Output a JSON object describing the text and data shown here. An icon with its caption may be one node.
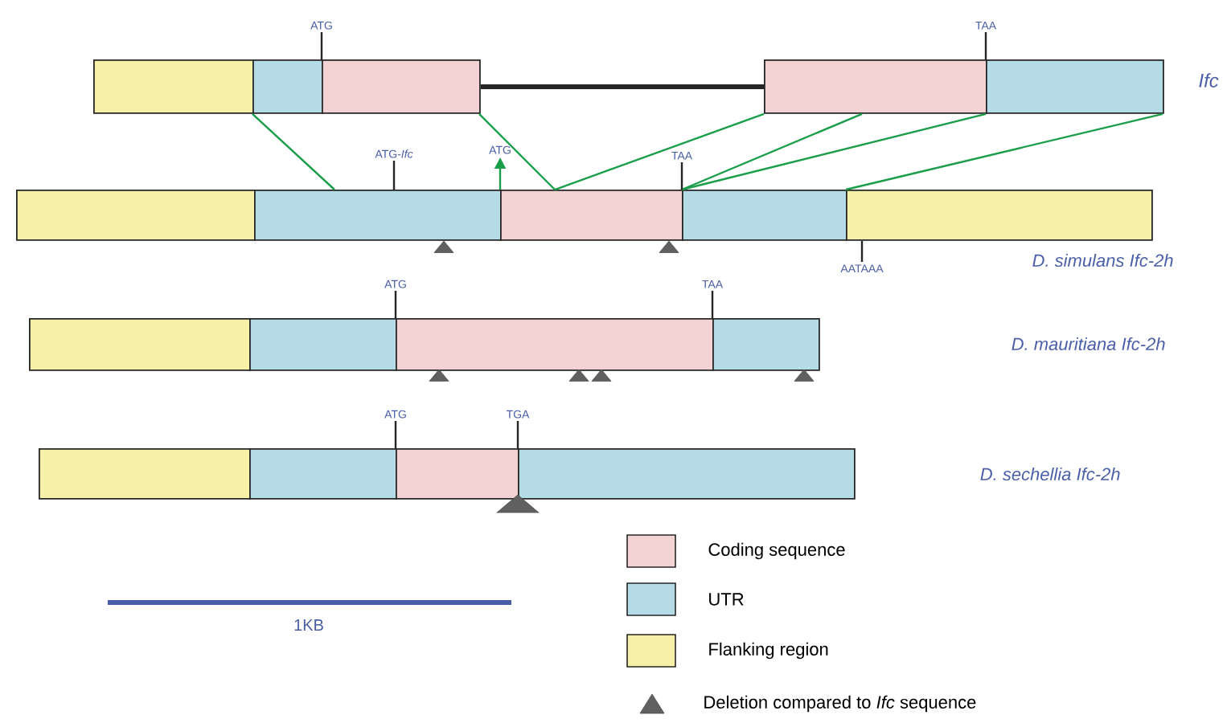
{
  "diagram": {
    "nodes": [
      {
        "text": [],
        "shape": "box"
      },
      {
        "text": [],
        "shape": "box"
      },
      {
        "text": [],
        "shape": "box"
      },
      {
        "text": [],
        "shape": "box"
      },
      {
        "text": [],
        "shape": "box"
      },
      {
        "text": [],
        "shape": "box"
      },
      {
        "text": [],
        "shape": "box"
      },
      {
        "text": [],
        "shape": "box"
      },
      {
        "text": [],
        "shape": "box"
      },
      {
        "text": [],
        "shape": "box"
      },
      {
        "text": [],
        "shape": "box"
      },
      {
        "text": [],
        "shape": "box"
      },
      {
        "text": [],
        "shape": "box"
      },
      {
        "text": [],
        "shape": "box"
      },
      {
        "text": [],
        "shape": "box"
      },
      {
        "text": [],
        "shape": "box"
      },
      {
        "text": [],
        "shape": "box"
      },
      {
        "text": [],
        "shape": "box"
      },
      {
        "text": [
          "ATG"
        ]
      },
      {
        "text": [
          "TAA"
        ]
      },
      {
        "text": [
          "ATG-*Ifc*"
        ]
      },
      {
        "text": [
          "TAA"
        ]
      },
      {
        "text": [
          "AATAAA"
        ]
      },
      {
        "text": [
          "ATG"
        ]
      },
      {
        "text": [
          "TAA"
        ]
      },
      {
        "text": [
          "ATG"
        ]
      },
      {
        "text": [
          "TGA"
        ]
      }
    ],
    "edges": [
      {
        "from": 2,
        "to": 3,
        "arrow": "none",
        "style": "thick"
      },
      {
        "from": 1,
        "to": 6,
        "arrow": "none",
        "color": "#1a9e4a"
      },
      {
        "from": 2,
        "to": 7,
        "arrow": "none",
        "color": "#1a9e4a"
      },
      {
        "from": 3,
        "to": 7,
        "arrow": "none",
        "color": "#1a9e4a"
      },
      {
        "from": 3,
        "to": 8,
        "arrow": "none",
        "color": "#1a9e4a"
      },
      {
        "from": 4,
        "to": 8,
        "arrow": "none",
        "color": "#1a9e4a"
      },
      {
        "from": 4,
        "to": 9,
        "arrow": "none",
        "color": "#1a9e4a"
      },
      {
        "from": 7,
        "to": null,
        "arrow": "to",
        "label": "ATG",
        "color": "#1a9e4a"
      },
      {
        "from": 18,
        "to": 1,
        "arrow": "none"
      },
      {
        "from": 19,
        "to": 4,
        "arrow": "none"
      },
      {
        "from": 20,
        "to": 6,
        "arrow": "none"
      },
      {
        "from": 21,
        "to": 8,
        "arrow": "none"
      },
      {
        "from": 22,
        "to": 9,
        "arrow": "none"
      },
      {
        "from": 23,
        "to": 11,
        "arrow": "none"
      },
      {
        "from": 24,
        "to": 13,
        "arrow": "none"
      },
      {
        "from": 25,
        "to": 15,
        "arrow": "none"
      },
      {
        "from": 26,
        "to": 16,
        "arrow": "none"
      }
    ],
    "labels": [
      "Ifc",
      "D. simulans Ifc-2h",
      "D. mauritiana Ifc-2h",
      "D. sechellia Ifc-2h",
      "1KB"
    ],
    "legend": [
      {
        "text": "Coding sequence",
        "color": "#f2d2d2"
      },
      {
        "text": "UTR",
        "color": "#b5dce6"
      },
      {
        "text": "Flanking region",
        "color": "#f7f0a8"
      },
      {
        "text": "Deletion compared to *Ifc* sequence"
      }
    ]
  }
}
